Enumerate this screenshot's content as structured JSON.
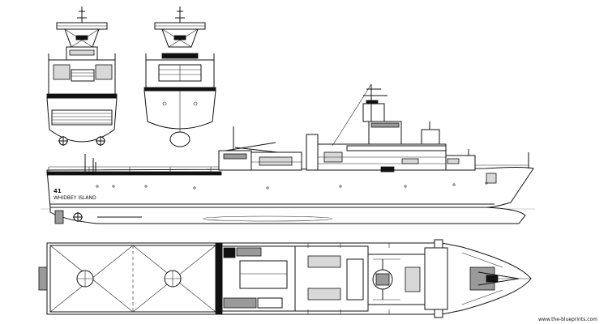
{
  "drawing": {
    "hull_number": "41",
    "ship_name": "WHIDBEY ISLAND",
    "watermark": "www.the-blueprints.com",
    "views": [
      "front-view",
      "rear-view",
      "side-profile",
      "top-plan"
    ]
  }
}
